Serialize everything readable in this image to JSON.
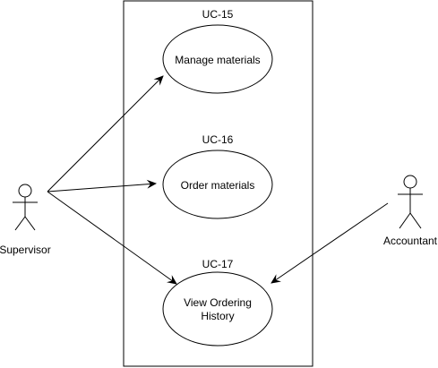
{
  "diagram": {
    "type": "use-case",
    "use_cases": [
      {
        "id_label": "UC-15",
        "lines": [
          "Manage materials"
        ]
      },
      {
        "id_label": "UC-16",
        "lines": [
          "Order materials"
        ]
      },
      {
        "id_label": "UC-17",
        "lines": [
          "View Ordering",
          "History"
        ]
      }
    ],
    "actors": [
      {
        "name": "Supervisor"
      },
      {
        "name": "Accountant"
      }
    ],
    "associations": [
      {
        "from": "Supervisor",
        "to": "UC-15"
      },
      {
        "from": "Supervisor",
        "to": "UC-16"
      },
      {
        "from": "Supervisor",
        "to": "UC-17"
      },
      {
        "from": "Accountant",
        "to": "UC-17"
      }
    ],
    "colors": {
      "stroke": "#000000",
      "background": "#ffffff"
    }
  }
}
